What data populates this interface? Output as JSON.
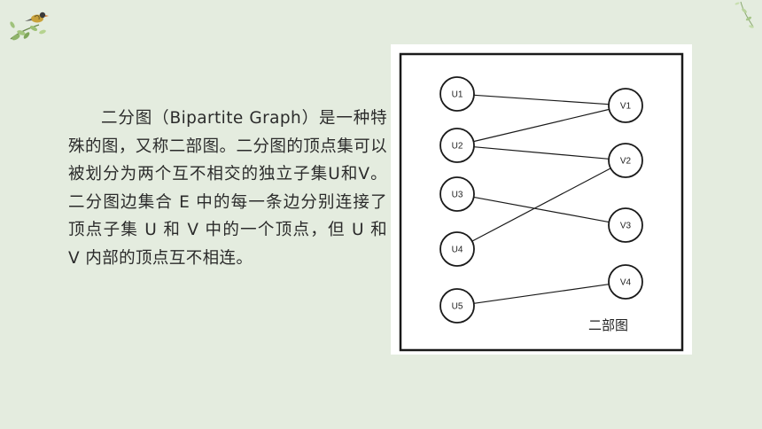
{
  "paragraph": "二分图（Bipartite Graph）是一种特殊的图，又称二部图。二分图的顶点集可以被划分为两个互不相交的独立子集U和V。二分图边集合 E 中的每一条边分别连接了顶点子集 U 和 V 中的一个顶点，但 U 和 V 内部的顶点互不相连。",
  "diagram": {
    "caption": "二部图",
    "left_nodes": [
      "U1",
      "U2",
      "U3",
      "U4",
      "U5"
    ],
    "right_nodes": [
      "V1",
      "V2",
      "V3",
      "V4"
    ],
    "edges": [
      [
        "U1",
        "V1"
      ],
      [
        "U2",
        "V1"
      ],
      [
        "U2",
        "V2"
      ],
      [
        "U3",
        "V3"
      ],
      [
        "U4",
        "V2"
      ],
      [
        "U5",
        "V4"
      ]
    ]
  },
  "decor": {
    "top_left": "bird-on-branch-icon",
    "top_right": "leaf-sprig-icon"
  }
}
